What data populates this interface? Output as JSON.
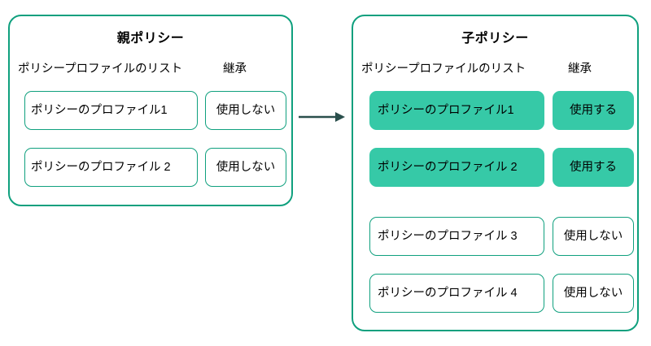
{
  "colors": {
    "panel_border": "#0fa07e",
    "chip_border": "#0fa07e",
    "chip_fill_active": "#36c9a7",
    "arrow": "#2a4f4c",
    "text": "#000000",
    "background": "#ffffff"
  },
  "diagram": {
    "connector": {
      "icon": "arrow-right-icon",
      "from": "parent-policy-panel",
      "to": "child-policy-panel"
    },
    "panels": [
      {
        "id": "parent-policy",
        "title": "親ポリシー",
        "headers": {
          "list": "ポリシープロファイルのリスト",
          "inherit": "継承"
        },
        "rows": [
          {
            "profile": "ポリシーのプロファイル1",
            "inherit": "使用しない",
            "active": false
          },
          {
            "profile": "ポリシーのプロファイル 2",
            "inherit": "使用しない",
            "active": false
          }
        ]
      },
      {
        "id": "child-policy",
        "title": "子ポリシー",
        "headers": {
          "list": "ポリシープロファイルのリスト",
          "inherit": "継承"
        },
        "rows": [
          {
            "profile": "ポリシーのプロファイル1",
            "inherit": "使用する",
            "active": true
          },
          {
            "profile": "ポリシーのプロファイル 2",
            "inherit": "使用する",
            "active": true
          },
          {
            "profile": "ポリシーのプロファイル 3",
            "inherit": "使用しない",
            "active": false
          },
          {
            "profile": "ポリシーのプロファイル 4",
            "inherit": "使用しない",
            "active": false
          }
        ]
      }
    ]
  }
}
